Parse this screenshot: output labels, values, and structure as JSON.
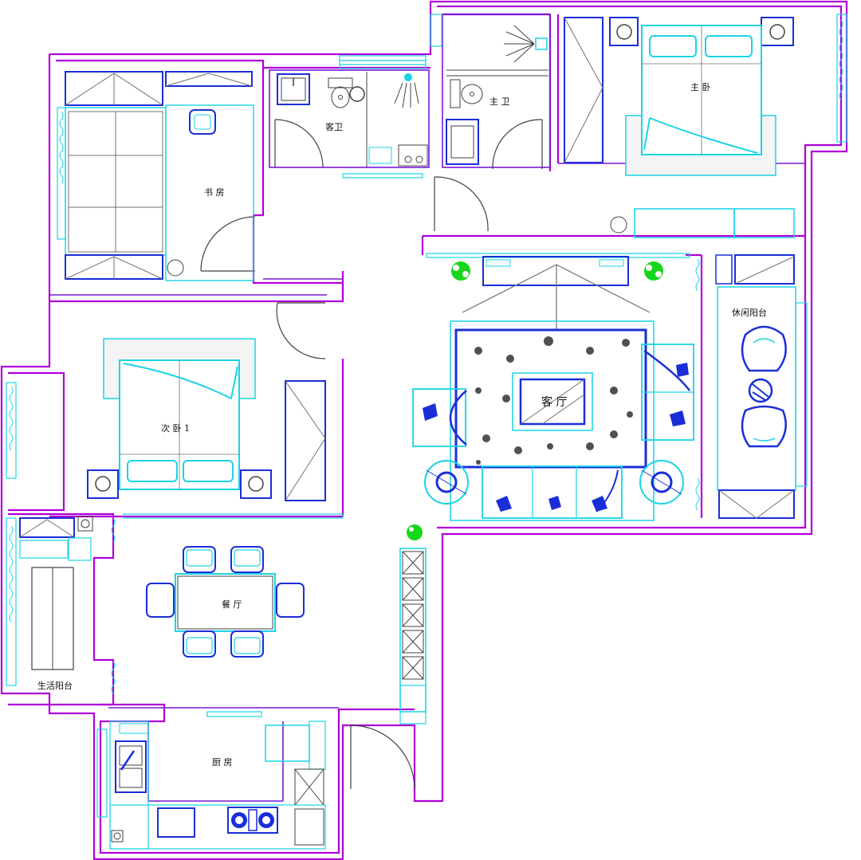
{
  "colors": {
    "outer_wall": "#b000d8",
    "inner_wall": "#7a18d8",
    "cyan": "#19d4e6",
    "blue": "#1a2ed8",
    "navy": "#0c0c9a",
    "gray": "#707070",
    "green": "#15d81a",
    "label_small": "#b8a24a",
    "label_red": "#d21a1a"
  },
  "rooms": {
    "study": "书 房",
    "guest_bath": "客卫",
    "master_bath": "主 卫",
    "master_bedroom": "主 卧",
    "living_room": "客 厅",
    "leisure_balcony": "休闲阳台",
    "second_bedroom": "次 卧 1",
    "dining_room": "餐 厅",
    "utility_balcony": "生活阳台",
    "kitchen": "厨 房"
  },
  "icons": {
    "plant": "plant-icon",
    "ceiling_light": "light-fixture-icon",
    "sink": "sink-icon",
    "toilet": "toilet-icon",
    "shower": "shower-icon",
    "stove": "stove-icon",
    "sofa": "sofa-icon",
    "bed": "bed-icon",
    "chair": "chair-icon",
    "wardrobe": "wardrobe-icon"
  }
}
